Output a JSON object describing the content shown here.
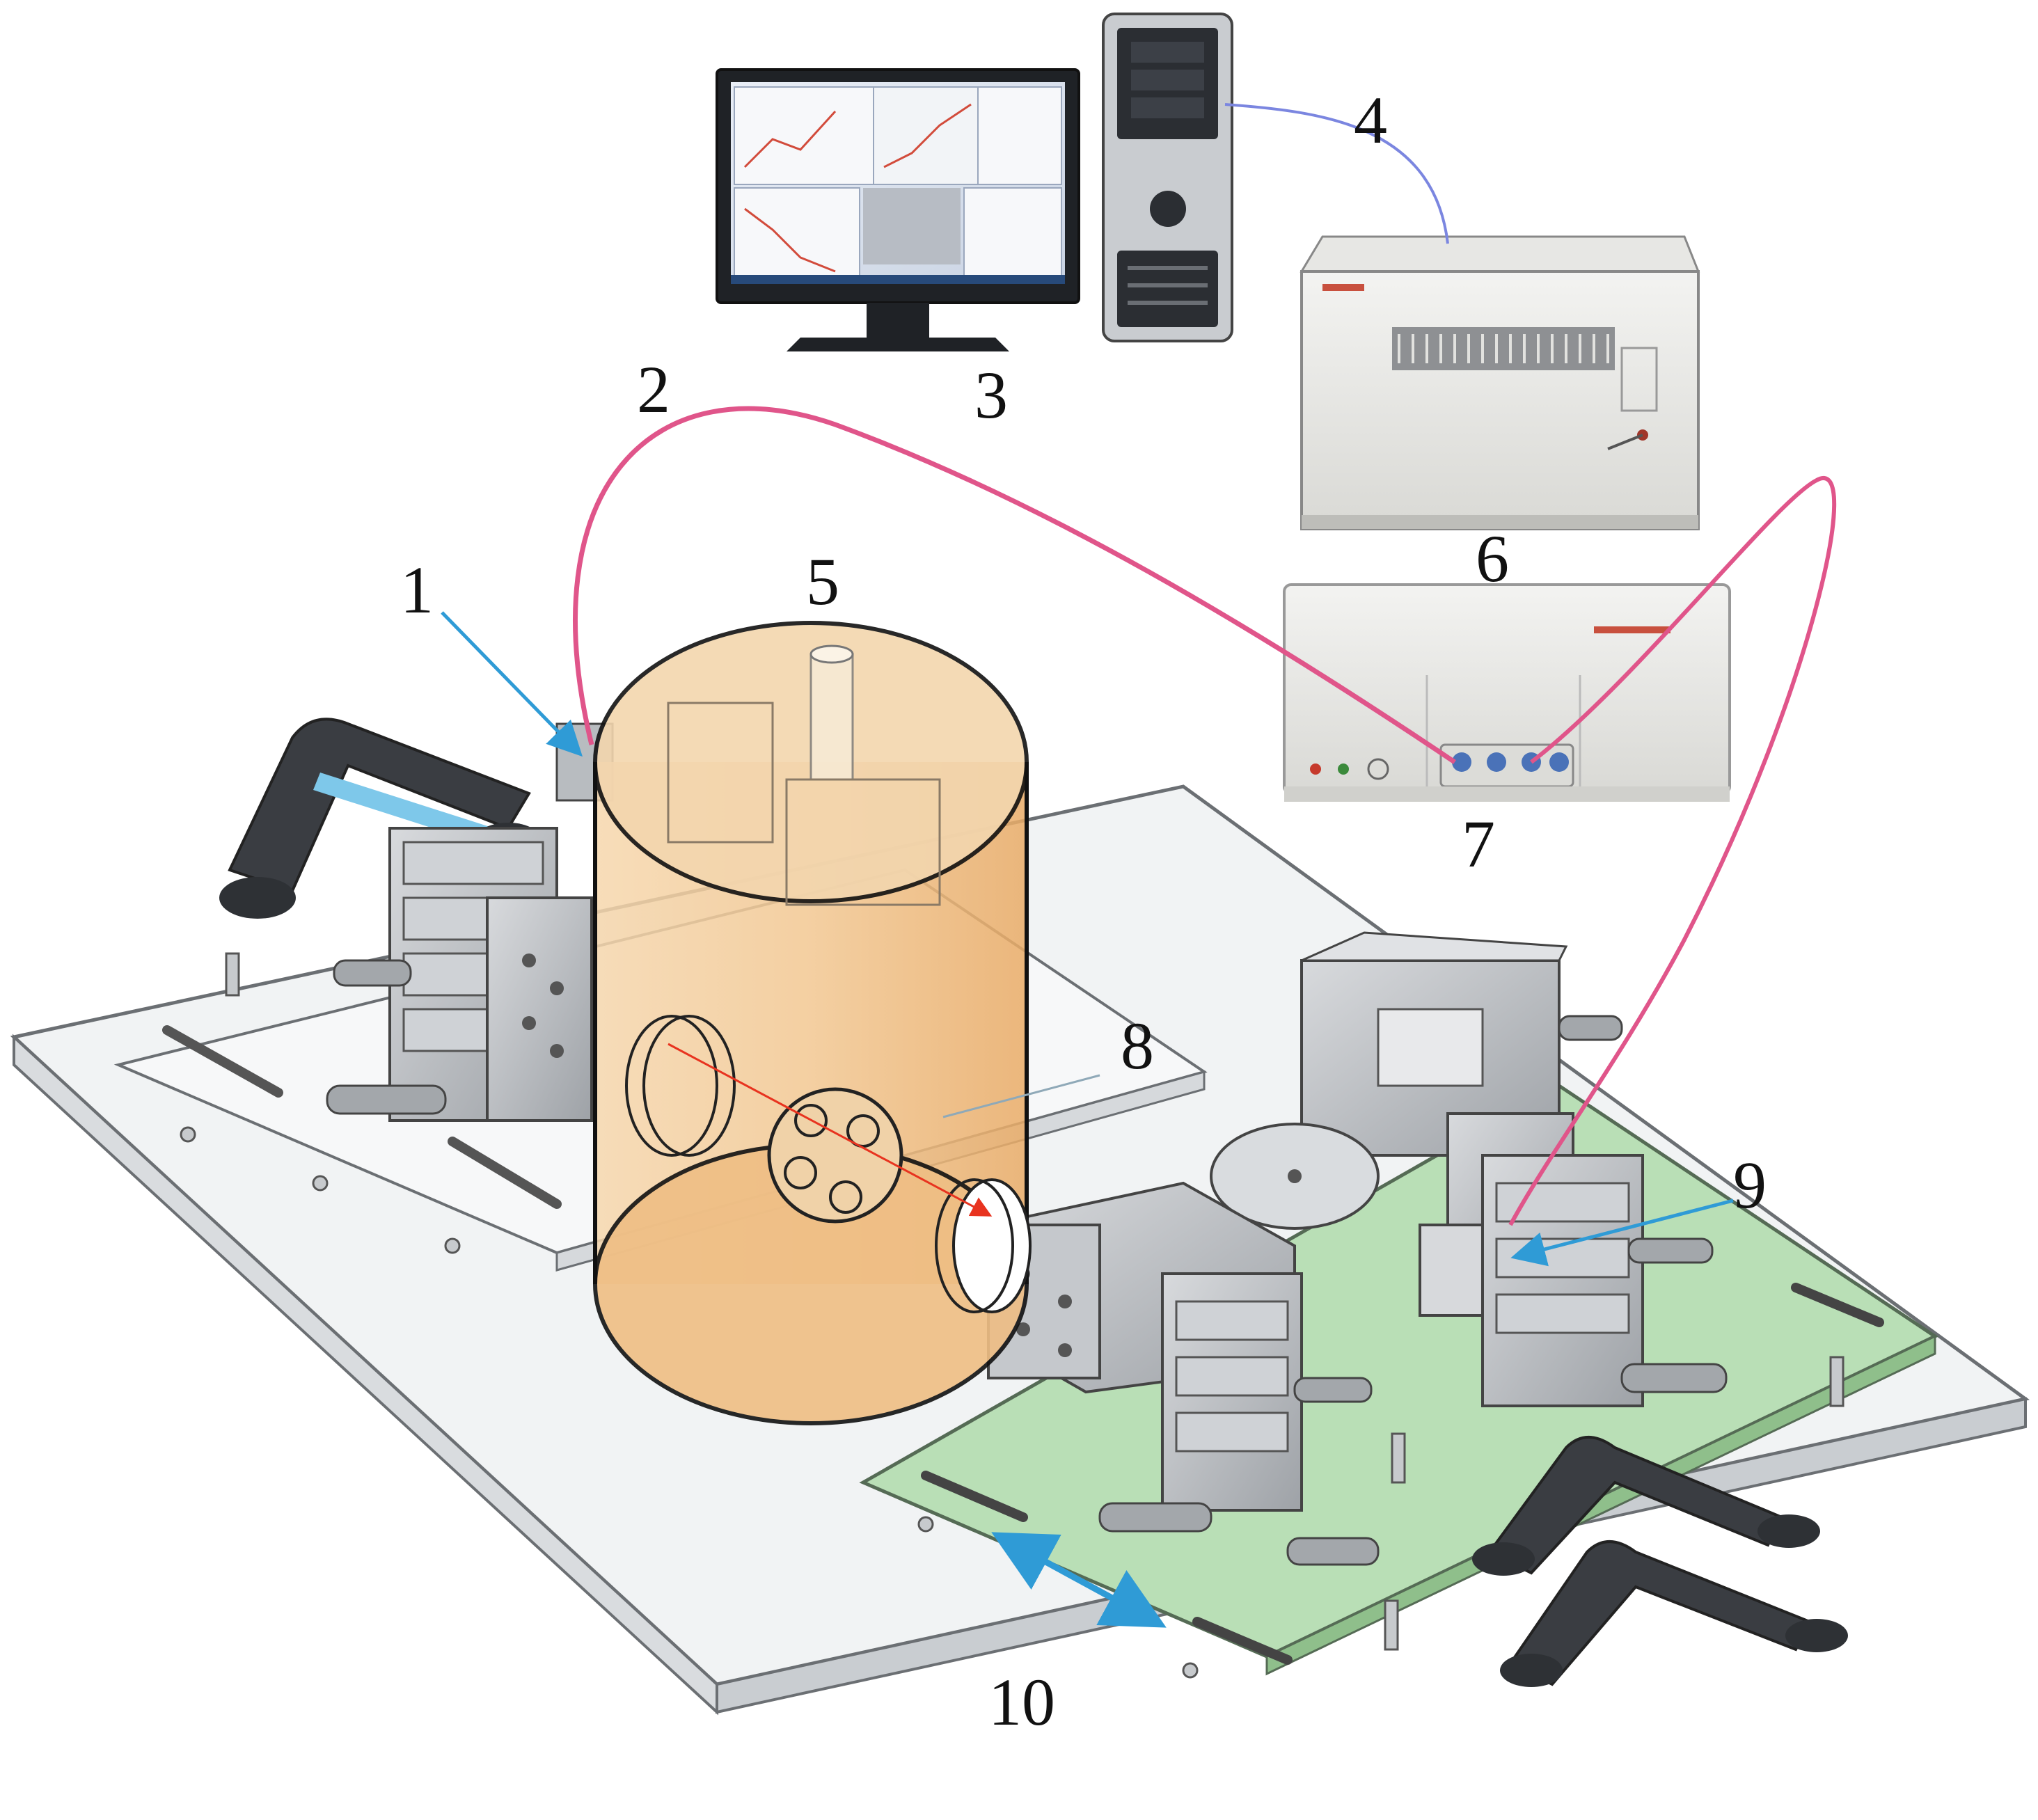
{
  "labels": {
    "l1": "1",
    "l2": "2",
    "l3": "3",
    "l4": "4",
    "l5": "5",
    "l6": "6",
    "l7": "7",
    "l8": "8",
    "l9": "9",
    "l10": "10"
  },
  "colors": {
    "cable_pink": "#e0558a",
    "cable_blue": "#7b86e0",
    "arrow_blue": "#2f9bd6",
    "beam_red": "#e8331f",
    "chamber_fill": "#f2c48a",
    "green_plate": "#b9dfb6",
    "plate_white": "#f1f3f4",
    "metal_gray": "#b7bbbf",
    "dark_handle": "#3a3d42"
  },
  "icons": {
    "monitor": "monitor-icon",
    "pc": "pc-tower-icon",
    "instrument_upper": "instrument-box-icon",
    "instrument_lower": "analyzer-box-icon"
  }
}
